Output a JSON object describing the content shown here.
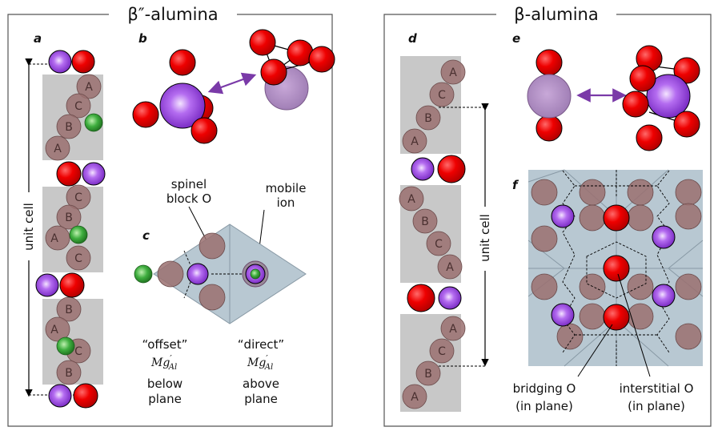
{
  "titles": {
    "left": "β″-alumina",
    "right": "β-alumina"
  },
  "panels": {
    "a": "a",
    "b": "b",
    "c": "c",
    "d": "d",
    "e": "e",
    "f": "f"
  },
  "unit_cell": "unit cell",
  "letters": {
    "A": "A",
    "B": "B",
    "C": "C"
  },
  "panel_c": {
    "spinel_line1": "spinel",
    "spinel_line2": "block O",
    "mobile_line1": "mobile",
    "mobile_line2": "ion",
    "offset": "“offset”",
    "direct": "“direct”",
    "mg_base": "Mg",
    "mg_sup": "′",
    "mg_sub": "Al",
    "below1": "below",
    "below2": "plane",
    "above1": "above",
    "above2": "plane"
  },
  "panel_f": {
    "bridging1": "bridging O",
    "bridging2": "(in plane)",
    "interstitial1": "interstitial O",
    "interstitial2": "(in plane)"
  },
  "colors": {
    "oxygen": "#ee0000",
    "mobile_ion": "#8a2be2",
    "dopant": "#3fae3f",
    "spinel_atom": "#9a7070",
    "block": "#c8c8c8",
    "plane": "#b8c8d2",
    "arrow": "#7a3aa8"
  }
}
